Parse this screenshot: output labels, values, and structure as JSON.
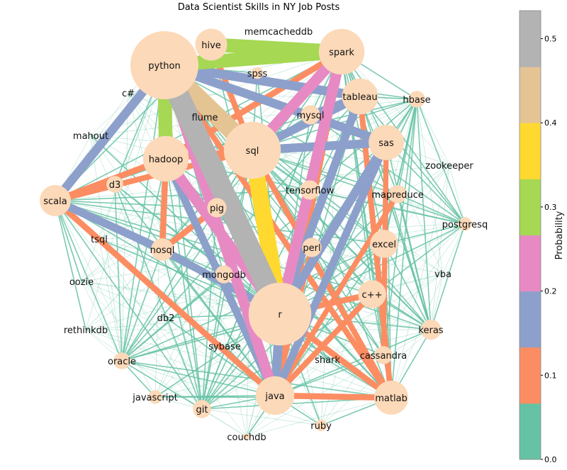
{
  "chart_data": {
    "type": "network",
    "title": "Data Scientist Skills in NY Job Posts",
    "colorbar": {
      "label": "Probability",
      "range": [
        0,
        0.5333
      ],
      "ticks": [
        "0.0",
        "0.1",
        "0.2",
        "0.3",
        "0.4",
        "0.5"
      ],
      "tick_values": [
        0,
        0.1,
        0.2,
        0.3,
        0.4,
        0.5
      ],
      "colors": [
        "#66c2a5",
        "#fc8d62",
        "#8da0cb",
        "#e78ac3",
        "#a6d854",
        "#ffd92f",
        "#e5c494",
        "#b3b3b3"
      ]
    },
    "node_color": "#fcd9b8",
    "nodes": [
      {
        "name": "python",
        "size": 100
      },
      {
        "name": "hive",
        "size": 22
      },
      {
        "name": "spark",
        "size": 45
      },
      {
        "name": "memcacheddb",
        "size": 0
      },
      {
        "name": "spss",
        "size": 3
      },
      {
        "name": "tableau",
        "size": 28
      },
      {
        "name": "hbase",
        "size": 6
      },
      {
        "name": "c#",
        "size": 0
      },
      {
        "name": "mahout",
        "size": 0
      },
      {
        "name": "flume",
        "size": 0
      },
      {
        "name": "mysql",
        "size": 8
      },
      {
        "name": "sql",
        "size": 70
      },
      {
        "name": "hadoop",
        "size": 45
      },
      {
        "name": "sas",
        "size": 27
      },
      {
        "name": "zookeeper",
        "size": 0
      },
      {
        "name": "d3",
        "size": 6
      },
      {
        "name": "scala",
        "size": 21
      },
      {
        "name": "tensorflow",
        "size": 8
      },
      {
        "name": "mapreduce",
        "size": 7
      },
      {
        "name": "pig",
        "size": 8
      },
      {
        "name": "postgresq",
        "size": 4
      },
      {
        "name": "tsql",
        "size": 0
      },
      {
        "name": "nosql",
        "size": 11
      },
      {
        "name": "perl",
        "size": 8
      },
      {
        "name": "excel",
        "size": 17
      },
      {
        "name": "oozie",
        "size": 0
      },
      {
        "name": "vba",
        "size": 0
      },
      {
        "name": "mongodb",
        "size": 7
      },
      {
        "name": "c++",
        "size": 17
      },
      {
        "name": "r",
        "size": 85
      },
      {
        "name": "db2",
        "size": 0
      },
      {
        "name": "keras",
        "size": 9
      },
      {
        "name": "rethinkdb",
        "size": 0
      },
      {
        "name": "sybase",
        "size": 0
      },
      {
        "name": "shark",
        "size": 0
      },
      {
        "name": "cassandra",
        "size": 7
      },
      {
        "name": "oracle",
        "size": 6
      },
      {
        "name": "java",
        "size": 32
      },
      {
        "name": "javascript",
        "size": 4
      },
      {
        "name": "matlab",
        "size": 25
      },
      {
        "name": "git",
        "size": 7
      },
      {
        "name": "ruby",
        "size": 3
      },
      {
        "name": "couchdb",
        "size": 1
      }
    ],
    "strong_edges": [
      {
        "s": "python",
        "t": "r",
        "p": 0.5
      },
      {
        "s": "python",
        "t": "sql",
        "p": 0.42
      },
      {
        "s": "sql",
        "t": "r",
        "p": 0.37
      },
      {
        "s": "python",
        "t": "spark",
        "p": 0.3
      },
      {
        "s": "python",
        "t": "hadoop",
        "p": 0.3
      },
      {
        "s": "hive",
        "t": "spark",
        "p": 0.3
      },
      {
        "s": "spark",
        "t": "sql",
        "p": 0.22
      },
      {
        "s": "spark",
        "t": "r",
        "p": 0.22
      },
      {
        "s": "hadoop",
        "t": "r",
        "p": 0.22
      },
      {
        "s": "python",
        "t": "java",
        "p": 0.21
      },
      {
        "s": "python",
        "t": "tableau",
        "p": 0.18
      },
      {
        "s": "python",
        "t": "sas",
        "p": 0.17
      },
      {
        "s": "python",
        "t": "scala",
        "p": 0.17
      },
      {
        "s": "sql",
        "t": "sas",
        "p": 0.17
      },
      {
        "s": "sql",
        "t": "tableau",
        "p": 0.16
      },
      {
        "s": "r",
        "t": "sas",
        "p": 0.17
      },
      {
        "s": "r",
        "t": "tableau",
        "p": 0.16
      },
      {
        "s": "java",
        "t": "r",
        "p": 0.18
      },
      {
        "s": "scala",
        "t": "nosql",
        "p": 0.15
      },
      {
        "s": "nosql",
        "t": "r",
        "p": 0.14
      },
      {
        "s": "hadoop",
        "t": "java",
        "p": 0.14
      },
      {
        "s": "mysql",
        "t": "tableau",
        "p": 0.14
      },
      {
        "s": "sas",
        "t": "java",
        "p": 0.14
      },
      {
        "s": "hive",
        "t": "spark",
        "p": 0.1
      },
      {
        "s": "spark",
        "t": "hadoop",
        "p": 0.1
      },
      {
        "s": "sql",
        "t": "hadoop",
        "p": 0.1
      },
      {
        "s": "scala",
        "t": "hadoop",
        "p": 0.1
      },
      {
        "s": "scala",
        "t": "d3",
        "p": 0.1
      },
      {
        "s": "scala",
        "t": "java",
        "p": 0.1
      },
      {
        "s": "scala",
        "t": "sql",
        "p": 0.09
      },
      {
        "s": "hadoop",
        "t": "nosql",
        "p": 0.1
      },
      {
        "s": "nosql",
        "t": "pig",
        "p": 0.1
      },
      {
        "s": "java",
        "t": "matlab",
        "p": 0.1
      },
      {
        "s": "r",
        "t": "matlab",
        "p": 0.1
      },
      {
        "s": "r",
        "t": "c++",
        "p": 0.1
      },
      {
        "s": "c++",
        "t": "java",
        "p": 0.09
      },
      {
        "s": "sql",
        "t": "matlab",
        "p": 0.09
      },
      {
        "s": "tableau",
        "t": "matlab",
        "p": 0.09
      },
      {
        "s": "sas",
        "t": "cassandra",
        "p": 0.08
      },
      {
        "s": "spark",
        "t": "java",
        "p": 0.1
      },
      {
        "s": "perl",
        "t": "java",
        "p": 0.08
      },
      {
        "s": "mapreduce",
        "t": "java",
        "p": 0.08
      },
      {
        "s": "hive",
        "t": "sql",
        "p": 0.09
      },
      {
        "s": "python",
        "t": "matlab",
        "p": 0.09
      }
    ],
    "weak_edges": {
      "r": [
        "spss",
        "hbase",
        "mahout",
        "flume",
        "d3",
        "scala",
        "tensorflow",
        "mapreduce",
        "pig",
        "postgresq",
        "tsql",
        "perl",
        "excel",
        "mongodb",
        "keras",
        "cassandra",
        "oracle",
        "git",
        "javascript",
        "shark",
        "ruby",
        "db2",
        "sybase",
        "hive",
        "mysql"
      ],
      "python": [
        "spss",
        "hbase",
        "mysql",
        "d3",
        "tensorflow",
        "mapreduce",
        "pig",
        "nosql",
        "perl",
        "excel",
        "mongodb",
        "c++",
        "keras",
        "cassandra",
        "oracle",
        "git",
        "shark"
      ],
      "java": [
        "hbase",
        "d3",
        "tensorflow",
        "pig",
        "nosql",
        "excel",
        "mongodb",
        "keras",
        "cassandra",
        "oracle",
        "git",
        "javascript",
        "ruby",
        "couchdb",
        "sybase",
        "db2",
        "tableau",
        "sql"
      ],
      "sql": [
        "hbase",
        "d3",
        "tensorflow",
        "mapreduce",
        "pig",
        "nosql",
        "perl",
        "excel",
        "mongodb",
        "c++",
        "keras",
        "cassandra",
        "oracle",
        "git",
        "postgresq",
        "mysql",
        "spss"
      ],
      "matlab": [
        "hbase",
        "scala",
        "d3",
        "tensorflow",
        "pig",
        "nosql",
        "perl",
        "excel",
        "mongodb",
        "c++",
        "keras",
        "cassandra",
        "oracle",
        "git",
        "javascript",
        "ruby",
        "sas",
        "spark",
        "hadoop"
      ],
      "hbase": [
        "spark",
        "tableau",
        "sas",
        "hadoop",
        "mapreduce",
        "excel",
        "keras",
        "cassandra",
        "c++",
        "postgresq",
        "tensorflow"
      ],
      "scala": [
        "oracle",
        "git",
        "pig",
        "mongodb",
        "tensorflow",
        "excel",
        "c++",
        "keras",
        "mysql",
        "hive",
        "spark",
        "oozie",
        "rethinkdb"
      ],
      "oracle": [
        "hadoop",
        "nosql",
        "d3",
        "mongodb",
        "git",
        "javascript",
        "sas",
        "tableau",
        "spark",
        "excel",
        "c++"
      ],
      "postgresq": [
        "spark",
        "tableau",
        "sas",
        "mapreduce",
        "excel",
        "keras",
        "c++",
        "tensorflow",
        "hadoop",
        "mysql"
      ],
      "keras": [
        "spark",
        "tableau",
        "sas",
        "hadoop",
        "excel",
        "c++",
        "mapreduce",
        "tensorflow"
      ],
      "spark": [
        "tableau",
        "sas",
        "mysql",
        "tensorflow",
        "mapreduce",
        "excel",
        "c++",
        "cassandra",
        "keras",
        "git",
        "nosql",
        "pig"
      ],
      "git": [
        "hadoop",
        "nosql",
        "pig",
        "mongodb",
        "d3",
        "tableau",
        "sas",
        "spark",
        "c++",
        "excel"
      ]
    }
  }
}
